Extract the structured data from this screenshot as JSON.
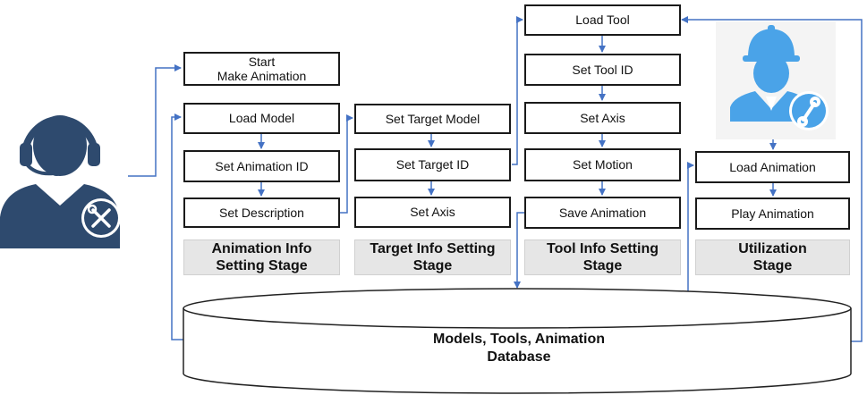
{
  "animation_info": {
    "start": "Start\nMake Animation",
    "load_model": "Load Model",
    "set_animation_id": "Set Animation ID",
    "set_description": "Set Description",
    "stage": "Animation Info\nSetting Stage"
  },
  "target_info": {
    "set_target_model": "Set Target Model",
    "set_target_id": "Set Target ID",
    "set_axis": "Set Axis",
    "stage": "Target Info Setting\nStage"
  },
  "tool_info": {
    "load_tool": "Load Tool",
    "set_tool_id": "Set Tool ID",
    "set_axis": "Set Axis",
    "set_motion": "Set Motion",
    "save_animation": "Save Animation",
    "stage": "Tool Info Setting\nStage"
  },
  "utilization": {
    "load_animation": "Load Animation",
    "play_animation": "Play Animation",
    "stage": "Utilization\nStage"
  },
  "database": {
    "label": "Models, Tools, Animation\nDatabase"
  },
  "icons": [
    "operator-headset-icon",
    "engineer-hardhat-icon",
    "wrench-screwdriver-icon",
    "wrench-icon"
  ],
  "colors": {
    "arrow": "#4472c4",
    "operator": "#2e4a6e",
    "engineer": "#4aa3e8",
    "stage_bg": "#e6e6e6"
  }
}
